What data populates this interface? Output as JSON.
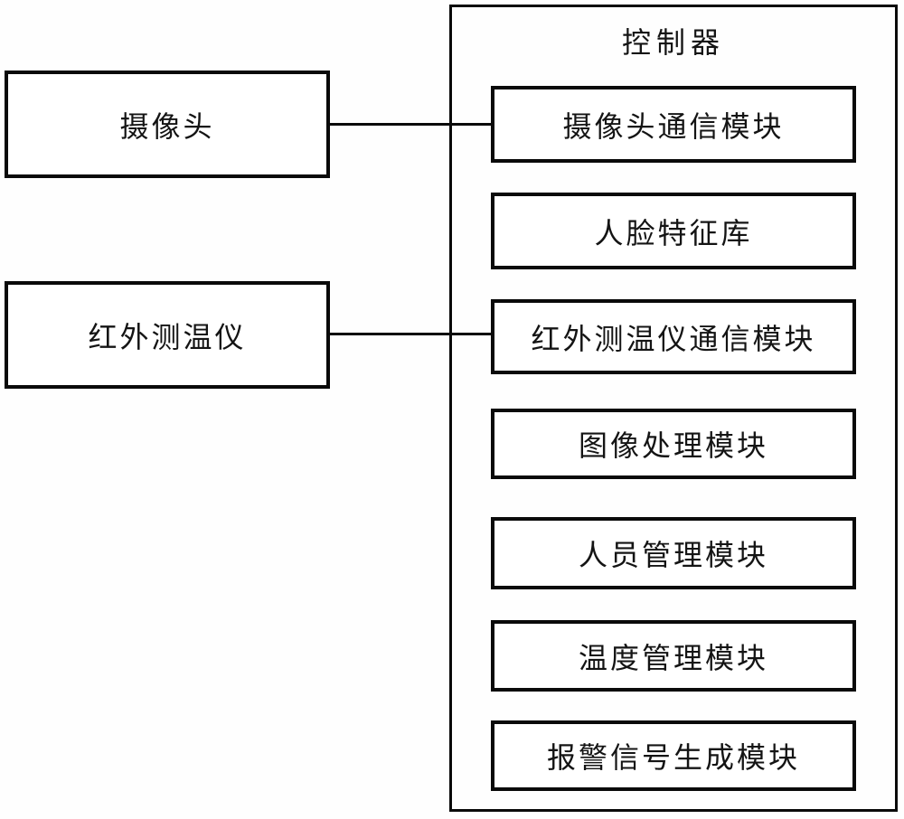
{
  "diagram": {
    "controller": {
      "label": "控制器"
    },
    "modules": [
      {
        "label": "摄像头通信模块"
      },
      {
        "label": "人脸特征库"
      },
      {
        "label": "红外测温仪通信模块"
      },
      {
        "label": "图像处理模块"
      },
      {
        "label": "人员管理模块"
      },
      {
        "label": "温度管理模块"
      },
      {
        "label": "报警信号生成模块"
      }
    ],
    "devices": [
      {
        "label": "摄像头"
      },
      {
        "label": "红外测温仪"
      }
    ],
    "connections": [
      {
        "from": "摄像头",
        "to": "摄像头通信模块"
      },
      {
        "from": "红外测温仪",
        "to": "红外测温仪通信模块"
      }
    ],
    "colors": {
      "line": "#0a0a0a",
      "background": "#ffffff",
      "text": "#141414"
    }
  }
}
